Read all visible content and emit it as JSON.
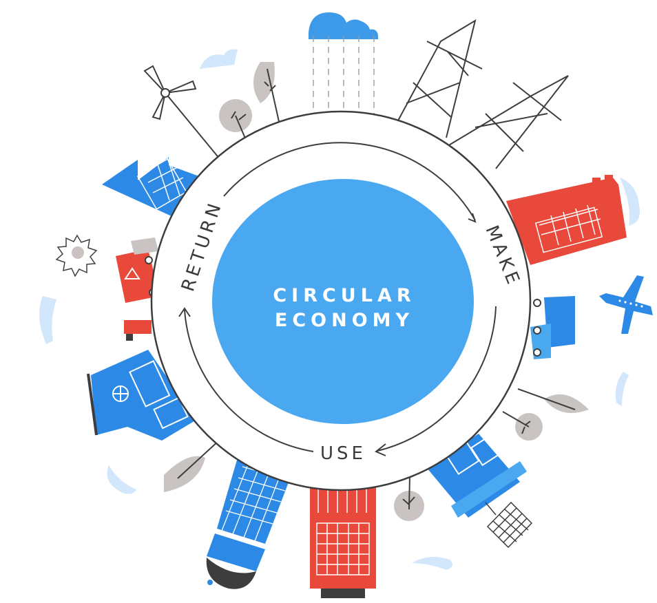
{
  "diagram": {
    "center_title_line1": "CIRCULAR",
    "center_title_line2": "ECONOMY",
    "cycle_labels": {
      "make": "MAKE",
      "use": "USE",
      "return": "RETURN"
    }
  },
  "colors": {
    "core_blue": "#4aa8f0",
    "building_blue": "#2c8ae6",
    "factory_red": "#e8493a",
    "cloud_blue": "#cfe6fb",
    "leaf_gray": "#c9c4c2",
    "line_dark": "#3d3d3d"
  }
}
